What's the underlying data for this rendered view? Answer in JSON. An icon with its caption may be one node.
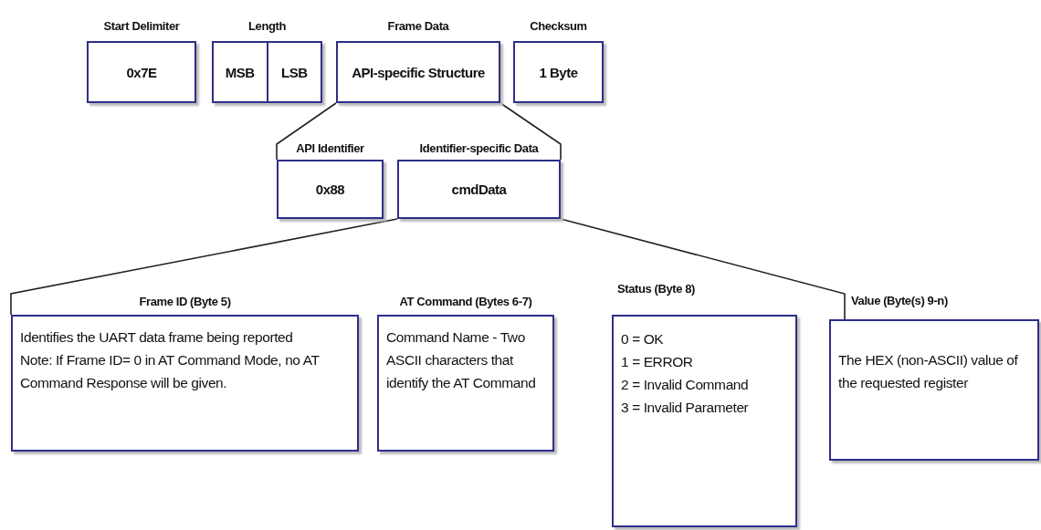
{
  "diagram": {
    "nodes": [
      {
        "text": [
          "Start Delimiter",
          "0x7E"
        ]
      },
      {
        "text": [
          "Length"
        ]
      },
      {
        "text": [
          "MSB"
        ],
        "in": 1
      },
      {
        "text": [
          "LSB"
        ],
        "in": 1
      },
      {
        "text": [
          "Frame Data",
          "API-specific Structure"
        ]
      },
      {
        "text": [
          "Checksum",
          "1 Byte"
        ]
      },
      {
        "text": [
          "API Identifier",
          "0x88"
        ]
      },
      {
        "text": [
          "Identifier-specific Data",
          "cmdData"
        ]
      },
      {
        "text": [
          "Frame ID (Byte 5)",
          "Identifies the UART data frame being reported",
          "Note: If Frame ID= 0 in AT Command Mode, no AT Command Response will be given."
        ]
      },
      {
        "text": [
          "AT Command (Bytes 6-7)",
          "Command Name - Two ASCII characters that identify the AT Command"
        ]
      },
      {
        "text": [
          "Status (Byte 8)",
          "0 = OK",
          "1 = ERROR",
          "2 = Invalid Command",
          "3 = Invalid Parameter"
        ]
      },
      {
        "text": [
          "Value (Byte(s) 9-n)",
          "The HEX (non-ASCII) value of the requested register"
        ]
      }
    ]
  }
}
